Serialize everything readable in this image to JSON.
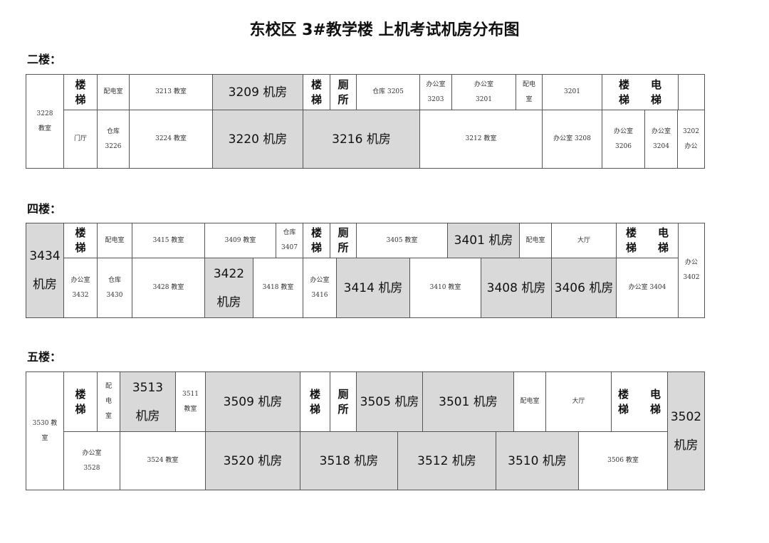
{
  "title": "东校区 3#教学楼  上机考试机房分布图",
  "floors": [
    {
      "heading": "二楼：",
      "cells": [
        {
          "label": "3228\n教室",
          "kind": "small"
        },
        {
          "label": "楼\n梯",
          "kind": "stair"
        },
        {
          "label": "配电室",
          "kind": "small"
        },
        {
          "label": "3213 教室",
          "kind": "small"
        },
        {
          "label": "3209 机房",
          "kind": "lab"
        },
        {
          "label": "楼\n梯",
          "kind": "stair"
        },
        {
          "label": "厕\n所",
          "kind": "stair"
        },
        {
          "label": "仓库 3205",
          "kind": "small"
        },
        {
          "label": "办公室\n3203",
          "kind": "small"
        },
        {
          "label": "办公室\n3201",
          "kind": "small"
        },
        {
          "label": "配电\n室",
          "kind": "small"
        },
        {
          "label": "3201",
          "kind": "small"
        },
        {
          "label": "楼　　电\n梯　　梯",
          "kind": "stair"
        },
        {
          "label": "",
          "kind": "small"
        },
        {
          "label": "门厅",
          "kind": "small"
        },
        {
          "label": "仓库\n3226",
          "kind": "small"
        },
        {
          "label": "3224 教室",
          "kind": "small"
        },
        {
          "label": "3220 机房",
          "kind": "lab"
        },
        {
          "label": "3216 机房",
          "kind": "lab"
        },
        {
          "label": "3212 教室",
          "kind": "small"
        },
        {
          "label": "办公室 3208",
          "kind": "small"
        },
        {
          "label": "办公室\n3206",
          "kind": "small"
        },
        {
          "label": "办公室\n3204",
          "kind": "small"
        },
        {
          "label": "3202\n办公",
          "kind": "small"
        }
      ]
    },
    {
      "heading": "四楼：",
      "cells": [
        {
          "label": "3434\n机房",
          "kind": "lab"
        },
        {
          "label": "楼\n梯",
          "kind": "stair"
        },
        {
          "label": "配电室",
          "kind": "small"
        },
        {
          "label": "3415 教室",
          "kind": "small"
        },
        {
          "label": "3409 教室",
          "kind": "small"
        },
        {
          "label": "仓库\n3407",
          "kind": "small"
        },
        {
          "label": "楼\n梯",
          "kind": "stair"
        },
        {
          "label": "厕\n所",
          "kind": "stair"
        },
        {
          "label": "3405 教室",
          "kind": "small"
        },
        {
          "label": "3401 机房",
          "kind": "lab"
        },
        {
          "label": "配电室",
          "kind": "small"
        },
        {
          "label": "大厅",
          "kind": "small"
        },
        {
          "label": "楼　　电\n梯　　梯",
          "kind": "stair"
        },
        {
          "label": "办公\n3402",
          "kind": "small"
        },
        {
          "label": "办公室\n3432",
          "kind": "small"
        },
        {
          "label": "仓库\n3430",
          "kind": "small"
        },
        {
          "label": "3428 教室",
          "kind": "small"
        },
        {
          "label": "3422\n机房",
          "kind": "lab"
        },
        {
          "label": "3418 教室",
          "kind": "small"
        },
        {
          "label": "办公室\n3416",
          "kind": "small"
        },
        {
          "label": "3414 机房",
          "kind": "lab"
        },
        {
          "label": "3410 教室",
          "kind": "small"
        },
        {
          "label": "3408 机房",
          "kind": "lab"
        },
        {
          "label": "3406 机房",
          "kind": "lab"
        },
        {
          "label": "办公室 3404",
          "kind": "small"
        }
      ]
    },
    {
      "heading": "五楼：",
      "cells": [
        {
          "label": "3530 教\n室",
          "kind": "small"
        },
        {
          "label": "楼\n梯",
          "kind": "stair"
        },
        {
          "label": "配\n电\n室",
          "kind": "small"
        },
        {
          "label": "3513\n机房",
          "kind": "lab"
        },
        {
          "label": "3511\n教室",
          "kind": "small"
        },
        {
          "label": "3509 机房",
          "kind": "lab"
        },
        {
          "label": "楼\n梯",
          "kind": "stair"
        },
        {
          "label": "厕\n所",
          "kind": "stair"
        },
        {
          "label": "3505 机房",
          "kind": "lab"
        },
        {
          "label": "3501 机房",
          "kind": "lab"
        },
        {
          "label": "配电室",
          "kind": "small"
        },
        {
          "label": "大厅",
          "kind": "small"
        },
        {
          "label": "楼　　电\n梯　　梯",
          "kind": "stair"
        },
        {
          "label": "3502\n机房",
          "kind": "lab"
        },
        {
          "label": "办公室\n3528",
          "kind": "small"
        },
        {
          "label": "3524 教室",
          "kind": "small"
        },
        {
          "label": "3520 机房",
          "kind": "lab"
        },
        {
          "label": "3518 机房",
          "kind": "lab"
        },
        {
          "label": "3512 机房",
          "kind": "lab"
        },
        {
          "label": "3510 机房",
          "kind": "lab"
        },
        {
          "label": "3506 教室",
          "kind": "small"
        }
      ]
    }
  ]
}
